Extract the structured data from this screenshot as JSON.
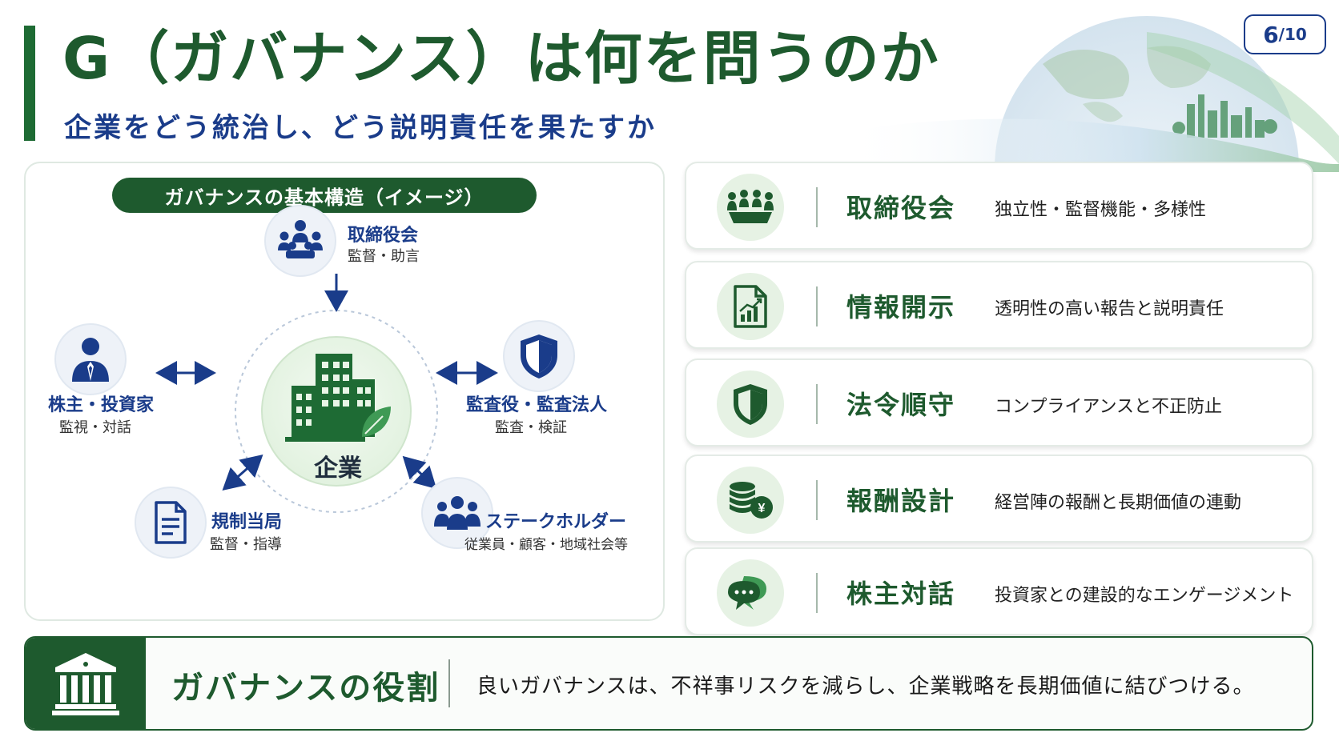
{
  "header": {
    "title": "G（ガバナンス）は何を問うのか",
    "subtitle": "企業をどう統治し、どう説明責任を果たすか",
    "page_current": "6",
    "page_total": "/10"
  },
  "colors": {
    "primary_green": "#1e5a2e",
    "navy": "#1a3c8a",
    "light_green": "#e6f2e4"
  },
  "diagram": {
    "header": "ガバナンスの基本構造（イメージ）",
    "center_label": "企業",
    "center_icon": "building-leaf-icon",
    "nodes": [
      {
        "id": "board",
        "icon": "board-meeting-icon",
        "title": "取締役会",
        "sub": "監督・助言"
      },
      {
        "id": "shareholders",
        "icon": "businessman-icon",
        "title": "株主・投資家",
        "sub": "監視・対話"
      },
      {
        "id": "auditors",
        "icon": "shield-icon",
        "title": "監査役・監査法人",
        "sub": "監査・検証"
      },
      {
        "id": "regulators",
        "icon": "document-icon",
        "title": "規制当局",
        "sub": "監督・指導"
      },
      {
        "id": "stakeholders",
        "icon": "people-group-icon",
        "title": "ステークホルダー",
        "sub": "従業員・顧客・地域社会等"
      }
    ]
  },
  "items": [
    {
      "icon": "board-meeting-icon",
      "label": "取締役会",
      "desc": "独立性・監督機能・多様性"
    },
    {
      "icon": "report-chart-icon",
      "label": "情報開示",
      "desc": "透明性の高い報告と説明責任"
    },
    {
      "icon": "shield-icon",
      "label": "法令順守",
      "desc": "コンプライアンスと不正防止"
    },
    {
      "icon": "coins-yen-icon",
      "label": "報酬設計",
      "desc": "経営陣の報酬と長期価値の連動"
    },
    {
      "icon": "chat-bubbles-icon",
      "label": "株主対話",
      "desc": "投資家との建設的なエンゲージメント"
    }
  ],
  "role": {
    "icon": "institution-icon",
    "title": "ガバナンスの役割",
    "text": "良いガバナンスは、不祥事リスクを減らし、企業戦略を長期価値に結びつける。"
  }
}
